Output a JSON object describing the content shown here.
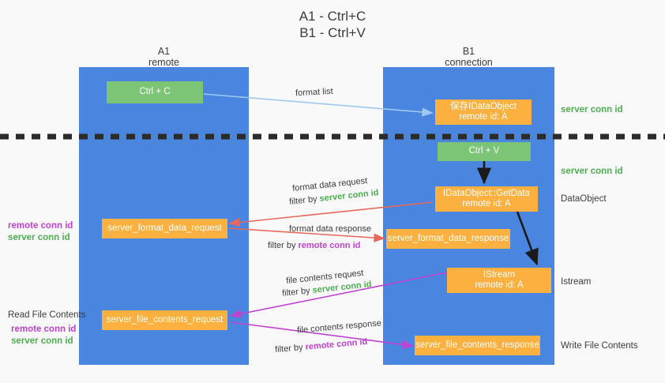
{
  "title": {
    "line1": "A1 - Ctrl+C",
    "line2": "B1 - Ctrl+V"
  },
  "colors": {
    "lane": "#4a86e0",
    "green_node": "#7cc576",
    "orange_node": "#fbb040",
    "background": "#f9f9f9",
    "server_conn_id": "#4caf50",
    "remote_conn_id": "#c042d0",
    "text": "#3c3c3c",
    "arrow_blue": "#9ec9ef",
    "arrow_red": "#e8685d",
    "arrow_purple": "#c042d0",
    "arrow_black": "#1a1a1a"
  },
  "columns": [
    {
      "name": "A1",
      "sub": "remote"
    },
    {
      "name": "B1",
      "sub": "connection"
    }
  ],
  "nodes": {
    "ctrl_c": "Ctrl + C",
    "ctrl_v": "Ctrl + V",
    "save_idataobject_l1": "保存IDataObject",
    "save_idataobject_l2": "remote id: A",
    "getdata_l1": "IDataObject::GetData",
    "getdata_l2": "remote id: A",
    "istream_l1": "IStream",
    "istream_l2": "remote id: A",
    "server_format_data_request": "server_format_data_request",
    "server_format_data_response": "server_format_data_response",
    "server_file_contents_request": "server_file_contents_request",
    "server_file_contents_response": "server_file_contents_response"
  },
  "edge_labels": {
    "format_list": "format list",
    "format_data_request": "format data request",
    "format_data_request_filter_prefix": "filter by ",
    "format_data_request_filter_key": "server conn id",
    "format_data_response": "format data response",
    "format_data_response_filter_prefix": "filter by ",
    "format_data_response_filter_key": "remote conn id",
    "file_contents_request": "file contents request",
    "file_contents_request_filter_prefix": "filter by ",
    "file_contents_request_filter_key": "server conn id",
    "file_contents_response": "file contents response",
    "file_contents_response_filter_prefix": "filter by ",
    "file_contents_response_filter_key": "remote conn id"
  },
  "side_labels": {
    "right_server_conn_id_top": "server conn id",
    "right_server_conn_id_mid": "server conn id",
    "right_dataobject": "DataObject",
    "right_istream": "Istream",
    "right_write_file_contents": "Write File Contents",
    "left_remote_conn_id_1": "remote conn id",
    "left_server_conn_id_1": "server conn id",
    "left_read_file_contents": "Read File Contents",
    "left_remote_conn_id_2": "remote conn id",
    "left_server_conn_id_2": "server conn id"
  }
}
